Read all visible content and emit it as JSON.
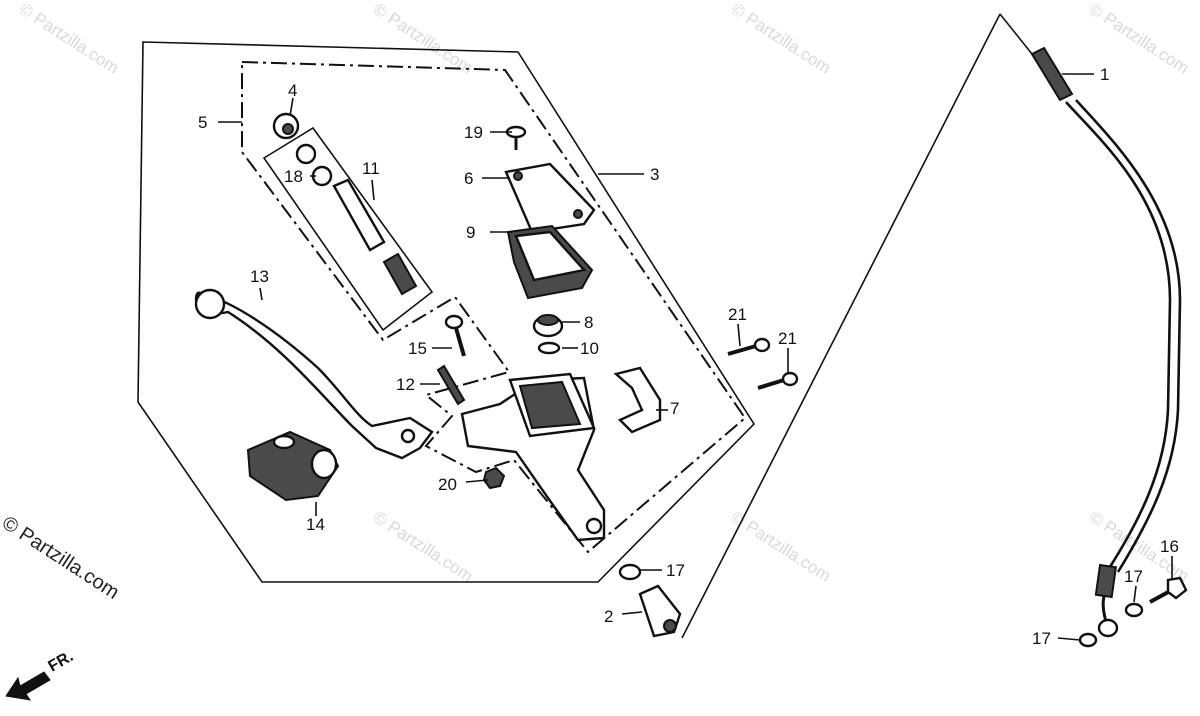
{
  "watermark": {
    "text": "© Partzilla.com"
  },
  "copyright": {
    "text": "© Partzilla.com"
  },
  "direction": {
    "label": "FR."
  },
  "callouts": {
    "c1": "1",
    "c2": "2",
    "c3": "3",
    "c4": "4",
    "c5": "5",
    "c6": "6",
    "c7": "7",
    "c8": "8",
    "c9": "9",
    "c10": "10",
    "c11": "11",
    "c12": "12",
    "c13": "13",
    "c14": "14",
    "c15": "15",
    "c16": "16",
    "c17a": "17",
    "c17b": "17",
    "c17c": "17",
    "c18": "18",
    "c19": "19",
    "c20": "20",
    "c21a": "21",
    "c21b": "21"
  }
}
